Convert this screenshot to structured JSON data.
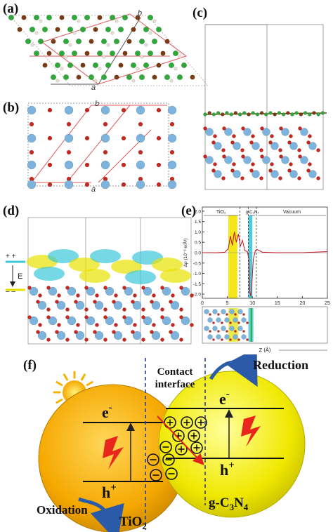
{
  "panels": {
    "a": {
      "label": "(a)",
      "vec_a": "a",
      "vec_b": "b"
    },
    "b": {
      "label": "(b)",
      "vec_a": "a",
      "vec_b": "b"
    },
    "c": {
      "label": "(c)"
    },
    "d": {
      "label": "(d)",
      "plus": "+ +",
      "minus": "– –",
      "field": "E"
    },
    "e": {
      "label": "(e)"
    },
    "f": {
      "label": "(f)",
      "contact_interface_line1": "Contact",
      "contact_interface_line2": "interface",
      "reduction": "Reduction",
      "oxidation": "Oxidation",
      "electron_left": "e",
      "electron_right": "e",
      "minus_sup": "-",
      "hole_left": "h",
      "hole_right": "h",
      "plus_sup": "+",
      "tio2": "TiO",
      "tio2_sub": "2",
      "gc3n4_a": "g-C",
      "gc3n4_sub1": "3",
      "gc3n4_b": "N",
      "gc3n4_sub2": "4"
    }
  },
  "chart_data": {
    "type": "line",
    "title": "",
    "xlabel": "Z (Å)",
    "ylabel": "Δρ (10⁻³ e/Å³)",
    "xlim": [
      0,
      25
    ],
    "ylim": [
      -2.2,
      2.2
    ],
    "x_ticks": [
      "0",
      "5",
      "10",
      "15",
      "20",
      "25"
    ],
    "y_ticks": [
      "2.0",
      "1.5",
      "1.0",
      "0.5",
      "0.0",
      "-0.5",
      "-1.0",
      "-1.5",
      "-2.0"
    ],
    "regions": [
      {
        "label": "TiO₂",
        "from": 0,
        "to": 7.5
      },
      {
        "label": "g-C₃N₄",
        "from": 9.2,
        "to": 10.8
      },
      {
        "label": "Vacuum",
        "from": 10.8,
        "to": 25
      }
    ],
    "highlight_bands": [
      {
        "from": 5.2,
        "to": 7.0,
        "color": "#f2e300"
      },
      {
        "from": 9.2,
        "to": 10.0,
        "color": "#3cc7d8"
      }
    ],
    "series": [
      {
        "x": [
          0,
          3,
          4.5,
          5.2,
          5.6,
          6.0,
          6.4,
          6.8,
          7.2,
          7.6,
          8.0,
          8.5,
          9.0,
          9.3,
          9.5,
          9.7,
          9.9,
          10.2,
          10.6,
          11,
          12,
          15,
          20,
          25
        ],
        "y": [
          0,
          0,
          0.02,
          0.2,
          0.8,
          0.35,
          1.0,
          0.5,
          0.9,
          0.3,
          0.6,
          0.1,
          0.05,
          -0.3,
          -1.9,
          -2.1,
          -1.5,
          -0.3,
          0.1,
          0.15,
          0.02,
          0,
          0,
          0.05
        ]
      }
    ]
  }
}
